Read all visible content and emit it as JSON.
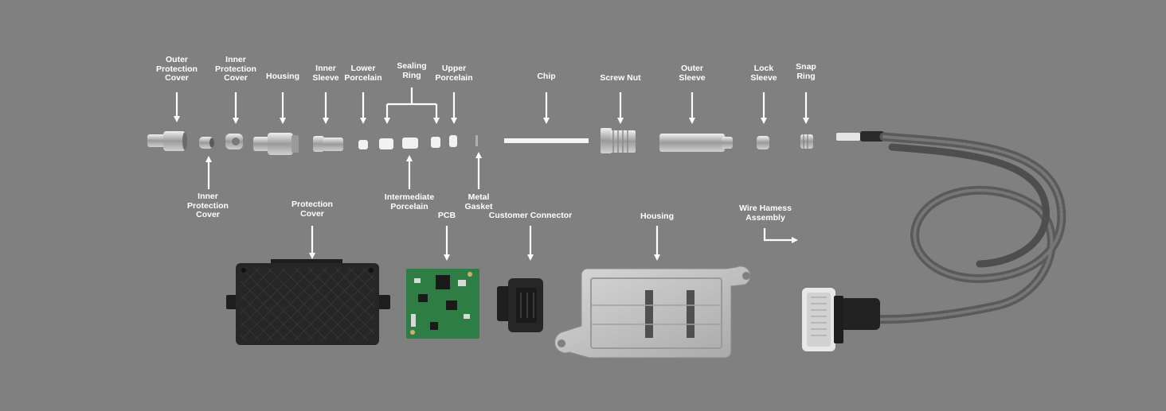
{
  "labels": {
    "outer_protection_cover": "Outer\nProtection\nCover",
    "inner_protection_cover_top": "Inner\nProtection\nCover",
    "housing_top": "Housing",
    "inner_sleeve": "Inner\nSleeve",
    "lower_porcelain": "Lower\nPorcelain",
    "sealing_ring": "Sealing\nRing",
    "upper_porcelain": "Upper\nPorcelain",
    "chip": "Chip",
    "screw_nut": "Screw Nut",
    "outer_sleeve": "Outer\nSleeve",
    "lock_sleeve": "Lock\nSleeve",
    "snap_ring": "Snap\nRing",
    "inner_protection_cover_bottom": "Inner\nProtection\nCover",
    "intermediate_porcelain": "Intermediate\nPorcelain",
    "metal_gasket": "Metal\nGasket",
    "protection_cover": "Protection\nCover",
    "pcb": "PCB",
    "customer_connector": "Customer Connector",
    "housing_bottom": "Housing",
    "wire_harness_assembly": "Wire Hamess\nAssembly"
  },
  "colors": {
    "background": "#808080",
    "label": "#ffffff",
    "arrow": "#ffffff",
    "metal": "#c8c8c8",
    "ceramic": "#f2f2f2",
    "plastic_black": "#262626",
    "pcb_green": "#2e7d45",
    "cable": "#5a5a5a"
  }
}
